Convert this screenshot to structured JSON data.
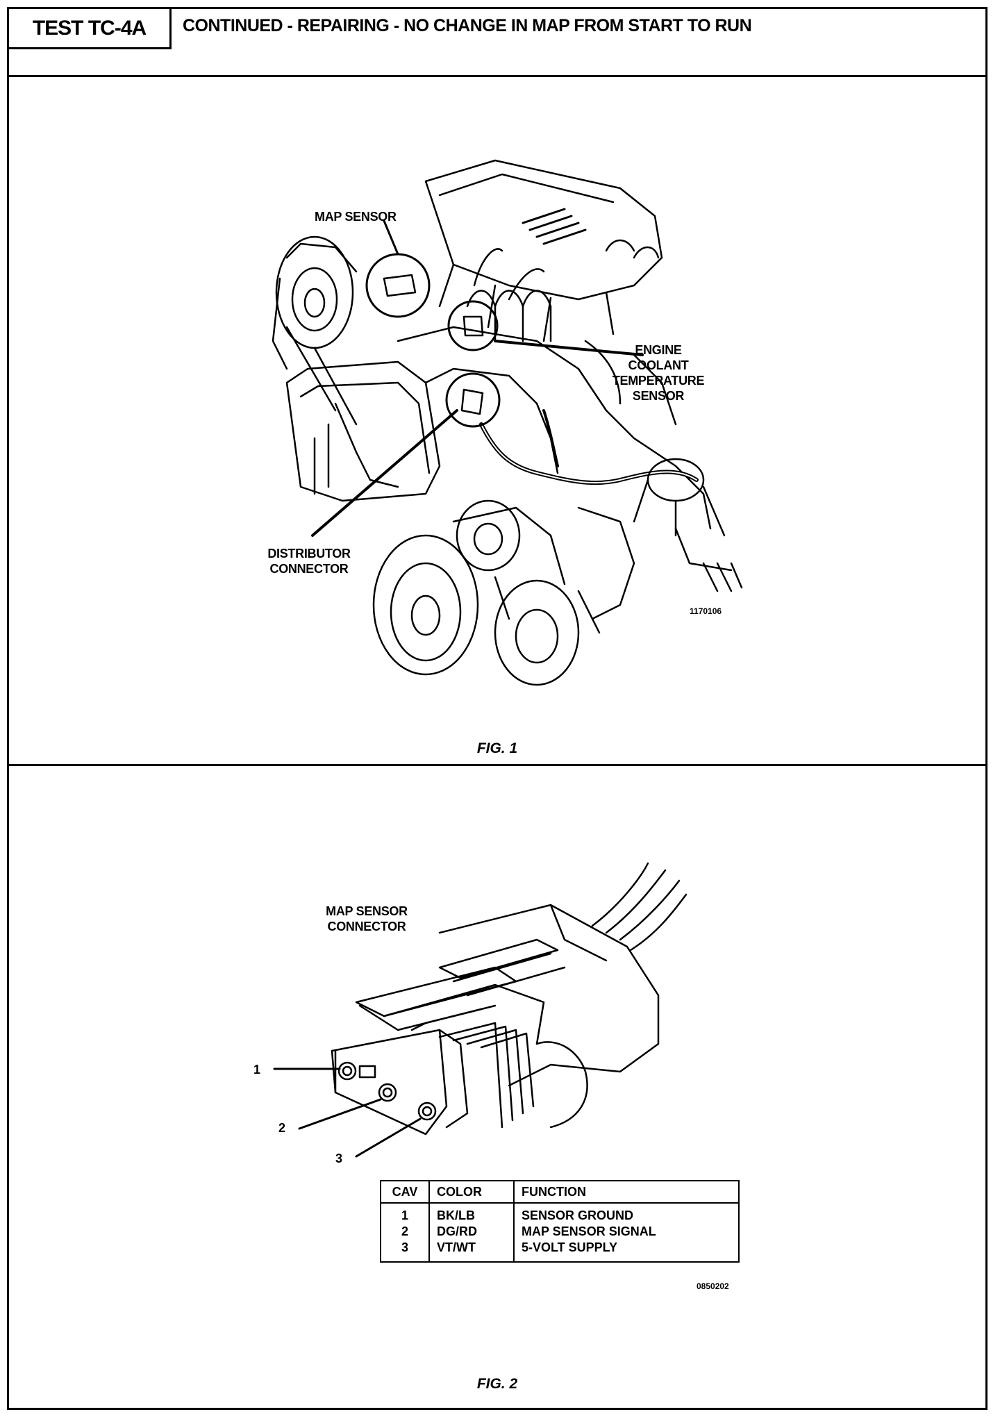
{
  "header": {
    "test_id": "TEST TC-4A",
    "title": "CONTINUED - REPAIRING - NO CHANGE IN MAP FROM START TO RUN"
  },
  "figure1": {
    "labels": {
      "map_sensor": "MAP SENSOR",
      "engine_coolant_line1": "ENGINE",
      "engine_coolant_line2": "COOLANT",
      "engine_coolant_line3": "TEMPERATURE",
      "engine_coolant_line4": "SENSOR",
      "distributor_line1": "DISTRIBUTOR",
      "distributor_line2": "CONNECTOR"
    },
    "code": "1170106",
    "caption": "FIG. 1"
  },
  "figure2": {
    "labels": {
      "connector_line1": "MAP SENSOR",
      "connector_line2": "CONNECTOR",
      "pin1": "1",
      "pin2": "2",
      "pin3": "3"
    },
    "table": {
      "headers": [
        "CAV",
        "COLOR",
        "FUNCTION"
      ],
      "rows": [
        {
          "cav": "1",
          "color": "BK/LB",
          "function": "SENSOR GROUND"
        },
        {
          "cav": "2",
          "color": "DG/RD",
          "function": "MAP SENSOR SIGNAL"
        },
        {
          "cav": "3",
          "color": "VT/WT",
          "function": "5-VOLT SUPPLY"
        }
      ]
    },
    "code": "0850202",
    "caption": "FIG. 2"
  }
}
